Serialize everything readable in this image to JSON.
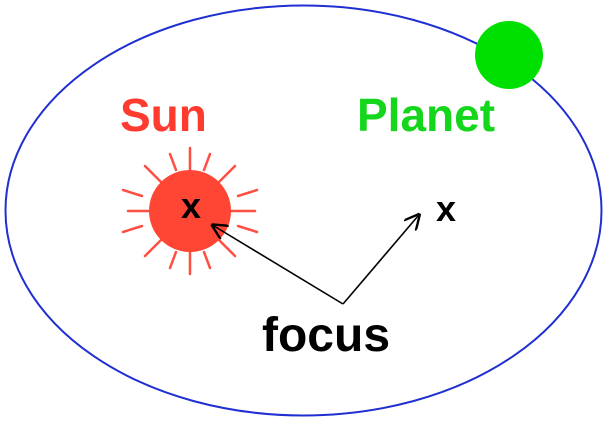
{
  "labels": {
    "sun": "Sun",
    "planet": "Planet",
    "focus": "focus"
  },
  "markers": {
    "sun_focus": "x",
    "other_focus": "x"
  },
  "colors": {
    "orbit": "#1f2fd1",
    "sun": "#ff4533",
    "sun_rays": "#ff4f42",
    "planet": "#00e000",
    "text_black": "#000000",
    "sun_label": "#ff3a2f",
    "planet_label": "#14d61b"
  }
}
